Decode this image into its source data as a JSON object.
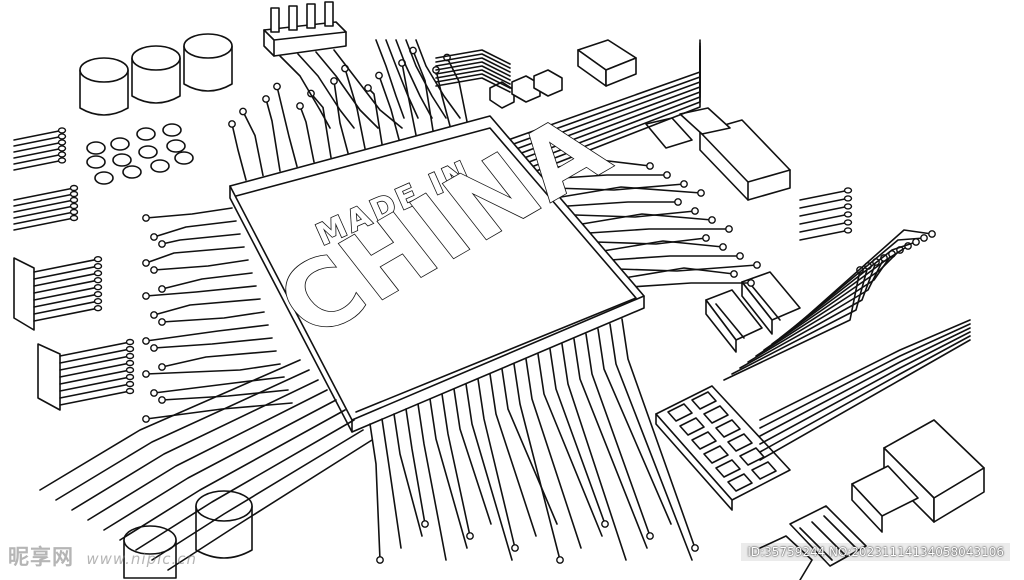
{
  "image": {
    "subject": "circuit-board line art",
    "chip_label": {
      "top_line": "MADE IN",
      "main_line": "CHINA"
    },
    "watermark": {
      "site_name": "昵享网",
      "site_url": "www.nipic.cn",
      "id_text": "ID:35759244 NO:20231114134058043106"
    },
    "colors": {
      "line": "#111111",
      "background": "#ffffff"
    }
  }
}
